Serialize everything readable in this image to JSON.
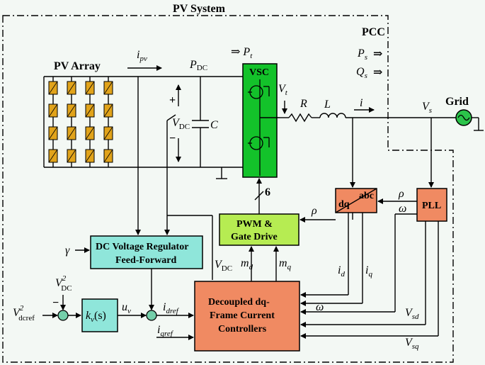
{
  "labels": {
    "system": "PV System",
    "pcc": "PCC",
    "pv_array": "PV Array",
    "grid": "Grid",
    "vsc": "VSC",
    "i_pv": "i",
    "i_pv_sub": "pv",
    "p_dc": "P",
    "p_dc_sub": "DC",
    "p_t": "⇒ P",
    "p_t_sub": "t",
    "p_s": "P",
    "p_s_sub": "s",
    "q_s": "Q",
    "q_s_sub": "s",
    "v_t": "V",
    "v_t_sub": "t",
    "r": "R",
    "l": "L",
    "i_line": "i",
    "v_s": "V",
    "v_s_sub": "s",
    "v_dc": "V",
    "v_dc_sub": "DC",
    "c": "C",
    "six": "6",
    "rho": "ρ",
    "omega": "ω",
    "gamma": "γ",
    "dq": "dq",
    "abc": "abc",
    "pll": "PLL",
    "pwm1": "PWM &",
    "pwm2": "Gate Drive",
    "dcv1": "DC Voltage Regulator",
    "dcv2": "Feed-Forward",
    "dec1": "Decoupled dq-",
    "dec2": "Frame Current",
    "dec3": "Controllers",
    "v_dc2": "V",
    "v_dc2_sub": "DC",
    "m_d": "m",
    "m_d_sub": "d",
    "m_q": "m",
    "m_q_sub": "q",
    "i_d": "i",
    "i_d_sub": "d",
    "i_q": "i",
    "i_q_sub": "q",
    "v_sd": "V",
    "v_sd_sub": "sd",
    "v_sq": "V",
    "v_sq_sub": "sq",
    "vdc2_fb": "V",
    "vdc2_fb_sup": "2",
    "vdc2_fb_sub": "DC",
    "vdcref": "V",
    "vdcref_sup": "2",
    "vdcref_sub": "dcref",
    "kv": "k",
    "kv_sub": "v",
    "kv_arg": "(s)",
    "u_v": "u",
    "u_v_sub": "v",
    "i_dref": "i",
    "i_dref_sub": "dref",
    "i_qref": "i",
    "i_qref_sub": "qref",
    "minus": "−",
    "plus": "+"
  },
  "colors": {
    "background": "#f3f8f4",
    "vsc": "#13c22a",
    "panel": "#e1a31a",
    "controller": "#f08a62",
    "regulator": "#8fe6da",
    "pwm": "#b6ec52",
    "sum": "#74cfaa"
  }
}
